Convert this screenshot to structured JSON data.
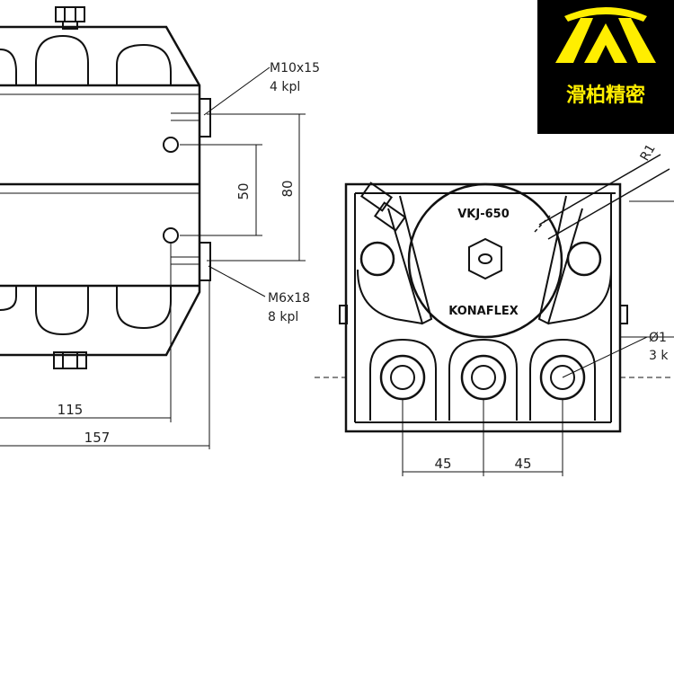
{
  "left_view": {
    "thread_top": "M10x15",
    "thread_top_qty": "4 kpl",
    "thread_bottom": "M6x18",
    "thread_bottom_qty": "8 kpl",
    "dim_50": "50",
    "dim_80": "80",
    "dim_115": "115",
    "dim_157": "157"
  },
  "right_view": {
    "model_label": "VKJ-650",
    "brand_label": "KONAFLEX",
    "radius_label": "R1",
    "hole_dia_label": "Ø1",
    "hole_qty_label": "3 k",
    "dim_45_left": "45",
    "dim_45_right": "45"
  },
  "logo": {
    "text": "滑柏精密",
    "colors": {
      "background": "#000000",
      "foreground": "#ffee00"
    }
  }
}
